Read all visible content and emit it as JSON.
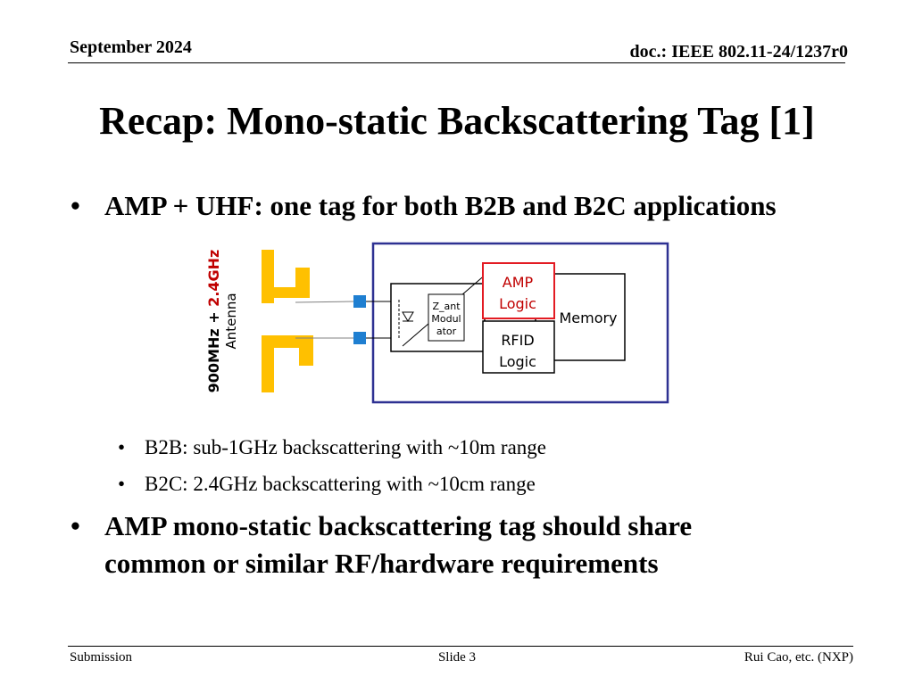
{
  "header": {
    "date": "September 2024",
    "doc": "doc.: IEEE 802.11-24/1237r0"
  },
  "title": "Recap: Mono-static Backscattering Tag [1]",
  "bullets": {
    "b1": "AMP + UHF: one tag for both B2B and B2C applications",
    "sub1": "B2B: sub-1GHz backscattering with ~10m range",
    "sub2": "B2C: 2.4GHz backscattering with ~10cm range",
    "b2_line1": "AMP mono-static backscattering tag should share",
    "b2_line2": "common or similar RF/hardware requirements",
    "bullet_char": "•"
  },
  "diagram": {
    "antenna_freq_a": "900MHz + ",
    "antenna_freq_b": "2.4GHz",
    "antenna_label": "Antenna",
    "modulator_l1": "Z_ant",
    "modulator_l2": "Modul",
    "modulator_l3": "ator",
    "amp_l1": "AMP",
    "amp_l2": "Logic",
    "rfid_l1": "RFID",
    "rfid_l2": "Logic",
    "memory": "Memory",
    "colors": {
      "antenna": "#ffc000",
      "enclosure": "#2e3192",
      "amp": "#e31b23",
      "port": "#1f7fd1",
      "red_text": "#c00000"
    }
  },
  "footer": {
    "left": "Submission",
    "center": "Slide 3",
    "right": "Rui Cao, etc. (NXP)"
  }
}
